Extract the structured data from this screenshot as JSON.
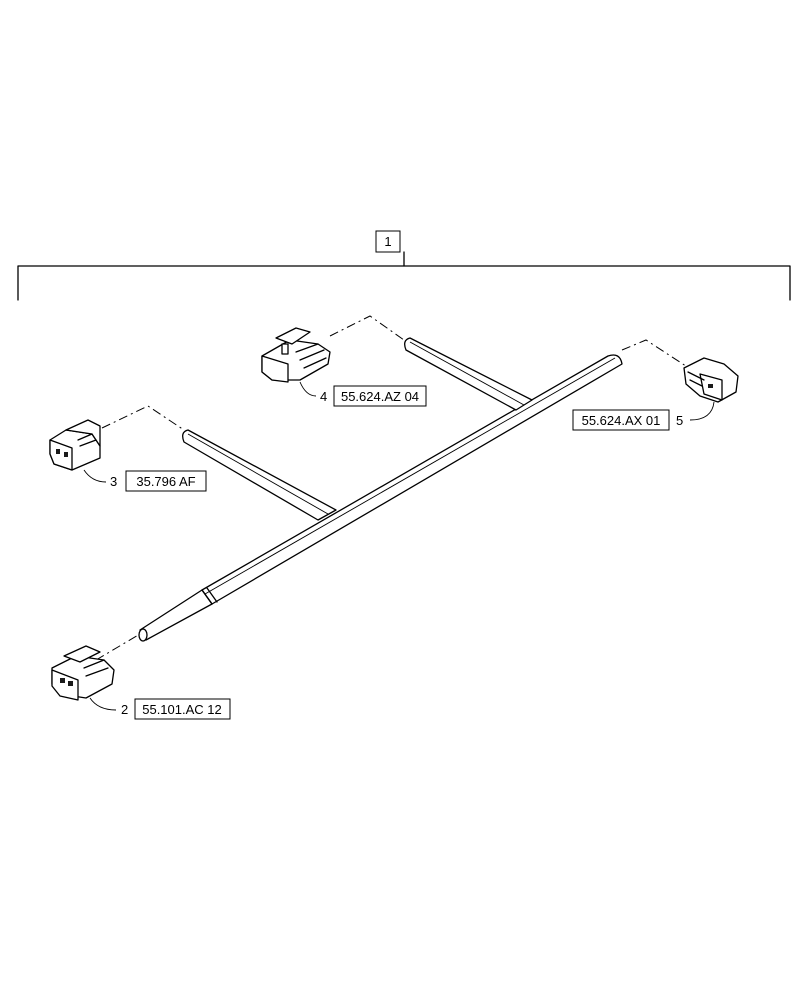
{
  "assembly": {
    "item": "1"
  },
  "callouts": [
    {
      "item": "2",
      "ref": "55.101.AC 12"
    },
    {
      "item": "3",
      "ref": "35.796 AF"
    },
    {
      "item": "4",
      "ref": "55.624.AZ 04"
    },
    {
      "item": "5",
      "ref": "55.624.AX 01"
    }
  ]
}
